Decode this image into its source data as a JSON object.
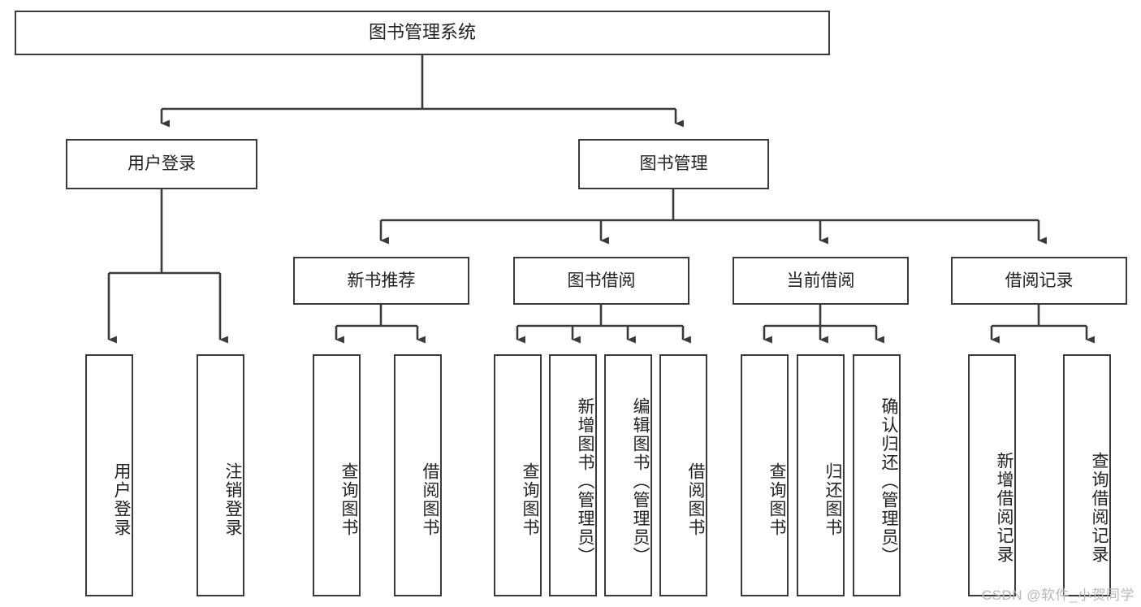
{
  "diagram": {
    "title": "图书管理系统",
    "type": "tree",
    "root": {
      "label": "图书管理系统"
    },
    "level2": [
      {
        "id": "user-login",
        "label": "用户登录"
      },
      {
        "id": "book-manage",
        "label": "图书管理"
      }
    ],
    "level3": [
      {
        "id": "new-book-recommend",
        "label": "新书推荐",
        "parent": "book-manage"
      },
      {
        "id": "book-borrow",
        "label": "图书借阅",
        "parent": "book-manage"
      },
      {
        "id": "current-borrow",
        "label": "当前借阅",
        "parent": "book-manage"
      },
      {
        "id": "borrow-record",
        "label": "借阅记录",
        "parent": "book-manage"
      }
    ],
    "leaves": [
      {
        "id": "leaf-user-login",
        "label": "用户登录",
        "parent": "user-login"
      },
      {
        "id": "leaf-logout-login",
        "label": "注销登录",
        "parent": "user-login"
      },
      {
        "id": "leaf-query-book-1",
        "label": "查询图书",
        "parent": "new-book-recommend"
      },
      {
        "id": "leaf-borrow-book-1",
        "label": "借阅图书",
        "parent": "new-book-recommend"
      },
      {
        "id": "leaf-query-book-2",
        "label": "查询图书",
        "parent": "book-borrow"
      },
      {
        "id": "leaf-add-book",
        "label": "新增图书（管理员）",
        "parent": "book-borrow"
      },
      {
        "id": "leaf-edit-book",
        "label": "编辑图书（管理员）",
        "parent": "book-borrow"
      },
      {
        "id": "leaf-borrow-book-2",
        "label": "借阅图书",
        "parent": "book-borrow"
      },
      {
        "id": "leaf-query-book-3",
        "label": "查询图书",
        "parent": "current-borrow"
      },
      {
        "id": "leaf-return-book",
        "label": "归还图书",
        "parent": "current-borrow"
      },
      {
        "id": "leaf-confirm-return",
        "label": "确认归还（管理员）",
        "parent": "current-borrow"
      },
      {
        "id": "leaf-add-record",
        "label": "新增借阅记录",
        "parent": "borrow-record"
      },
      {
        "id": "leaf-query-record",
        "label": "查询借阅记录",
        "parent": "borrow-record"
      }
    ],
    "colors": {
      "stroke": "#3a3a3a",
      "fill": "#ffffff",
      "text": "#222222",
      "watermark": "#b9b9b9"
    }
  },
  "watermark": {
    "text": "CSDN @软件_小贺同学"
  }
}
